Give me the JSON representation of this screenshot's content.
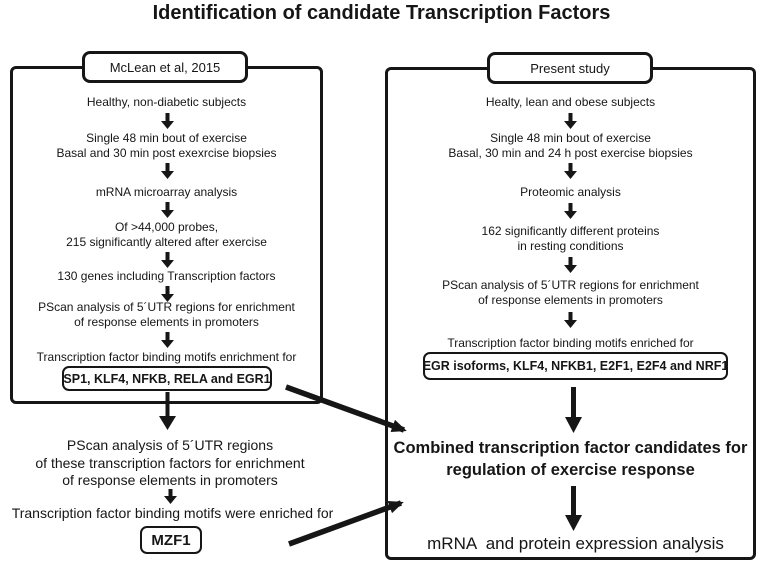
{
  "title": "Identification of candidate Transcription Factors",
  "colors": {
    "ink": "#161616",
    "background": "#ffffff"
  },
  "left_panel": {
    "label": "McLean et al, 2015",
    "subjects": "Healthy, non-diabetic subjects",
    "exercise_line1": "Single 48 min bout of exercise",
    "exercise_line2": "Basal and 30 min post exexrcise biopsies",
    "analysis": "mRNA microarray analysis",
    "probes_line1": "Of >44,000 probes,",
    "probes_line2": "215 significantly altered after exercise",
    "genes": "130 genes including Transcription factors",
    "pscan_line1": "PScan analysis of 5´UTR regions for enrichment",
    "pscan_line2": "of response elements in promoters",
    "motifs_label": "Transcription factor binding motifs enrichment for",
    "motifs_result": "SP1, KLF4, NFKB, RELA and EGR1"
  },
  "left_followup": {
    "pscan_line1": "PScan analysis of 5´UTR regions",
    "pscan_line2": "of these transcription factors for enrichment",
    "pscan_line3": "of response elements in promoters",
    "motifs_label": "Transcription factor binding motifs were enriched for",
    "motifs_result": "MZF1"
  },
  "right_panel": {
    "label": "Present study",
    "subjects": "Healty, lean and obese subjects",
    "exercise_line1": "Single 48 min bout of exercise",
    "exercise_line2": "Basal, 30 min and 24 h post exercise biopsies",
    "analysis": "Proteomic analysis",
    "proteins_line1": "162 significantly different proteins",
    "proteins_line2": "in resting conditions",
    "pscan_line1": "PScan analysis of 5´UTR regions for enrichment",
    "pscan_line2": "of response elements in promoters",
    "motifs_label": "Transcription factor binding motifs enriched for",
    "motifs_result": "EGR isoforms, KLF4, NFKB1, E2F1, E2F4 and NRF1",
    "combined_line1": "Combined transcription factor candidates for",
    "combined_line2": "regulation of exercise response",
    "final": "mRNA  and protein expression analysis"
  }
}
